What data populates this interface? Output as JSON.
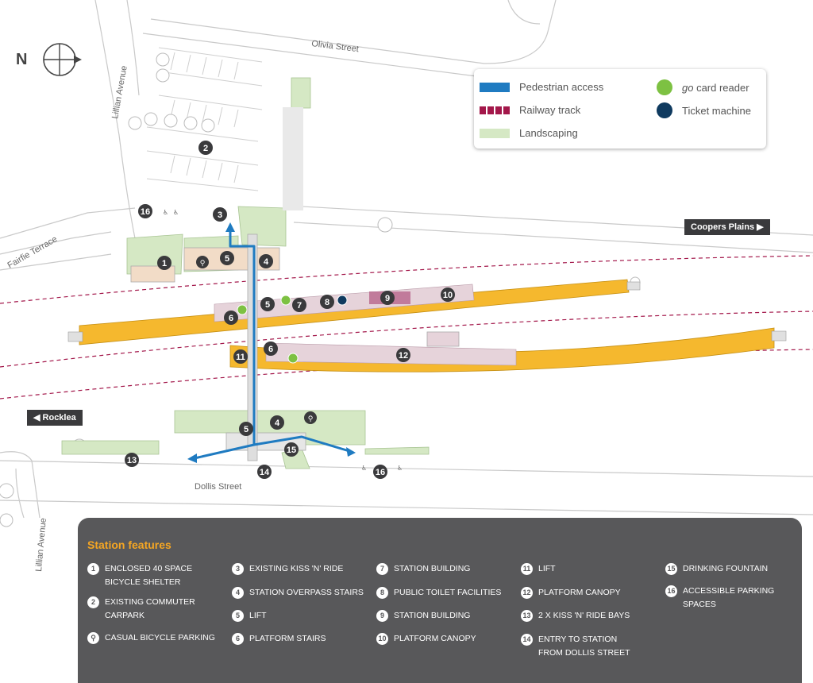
{
  "map": {
    "streets": {
      "olivia": "Olivia Street",
      "lillian_top": "Lillian Avenue",
      "fairfie": "Fairfie Terrace",
      "dollis": "Dollis Street",
      "lillian_bottom": "Lillian Avenue"
    },
    "compass_letter": "N",
    "directions": {
      "coopers_plains": "Coopers Plains",
      "rocklea": "Rocklea"
    },
    "markers": {
      "m1": "1",
      "m2": "2",
      "m3": "3",
      "m4a": "4",
      "m4b": "4",
      "m5a": "5",
      "m5b": "5",
      "m5c": "5",
      "m6a": "6",
      "m6b": "6",
      "m7": "7",
      "m8": "8",
      "m9": "9",
      "m10": "10",
      "m11": "11",
      "m12": "12",
      "m13": "13",
      "m14": "14",
      "m15": "15",
      "m16a": "16",
      "m16b": "16"
    },
    "icons": [
      "compass-icon",
      "bicycle-icon",
      "accessible-parking-icon",
      "tree-icon",
      "arrow-right-icon",
      "arrow-left-icon"
    ],
    "colors": {
      "platform": "#f5b82e",
      "pedestrian": "#1f7bc1",
      "railway": "#a3174a",
      "landscaping": "#d5e8c4",
      "go_card": "#7dc142",
      "ticket": "#0f3a5f",
      "panel": "#58585a",
      "panel_title": "#f5a623"
    }
  },
  "legend": {
    "pedestrian_access": "Pedestrian access",
    "railway_track": "Railway track",
    "landscaping": "Landscaping",
    "go_card_reader_prefix": "go",
    "go_card_reader_suffix": " card reader",
    "ticket_machine": "Ticket machine"
  },
  "features": {
    "title": "Station features",
    "items": [
      {
        "num": "1",
        "label": "Enclosed 40 space bicycle shelter"
      },
      {
        "num": "2",
        "label": "Existing commuter carpark"
      },
      {
        "num": "",
        "label": "Casual bicycle parking"
      },
      {
        "num": "3",
        "label": "Existing Kiss 'N' Ride"
      },
      {
        "num": "4",
        "label": "Station overpass stairs"
      },
      {
        "num": "5",
        "label": "Lift"
      },
      {
        "num": "6",
        "label": "Platform stairs"
      },
      {
        "num": "7",
        "label": "Station building"
      },
      {
        "num": "8",
        "label": "Public toilet facilities"
      },
      {
        "num": "9",
        "label": "Station building"
      },
      {
        "num": "10",
        "label": "Platform canopy"
      },
      {
        "num": "11",
        "label": "Lift"
      },
      {
        "num": "12",
        "label": "Platform canopy"
      },
      {
        "num": "13",
        "label": "2 x Kiss 'N' Ride bays"
      },
      {
        "num": "14",
        "label": "Entry to station from Dollis Street"
      },
      {
        "num": "15",
        "label": "Drinking fountain"
      },
      {
        "num": "16",
        "label": "Accessible parking spaces"
      }
    ]
  }
}
